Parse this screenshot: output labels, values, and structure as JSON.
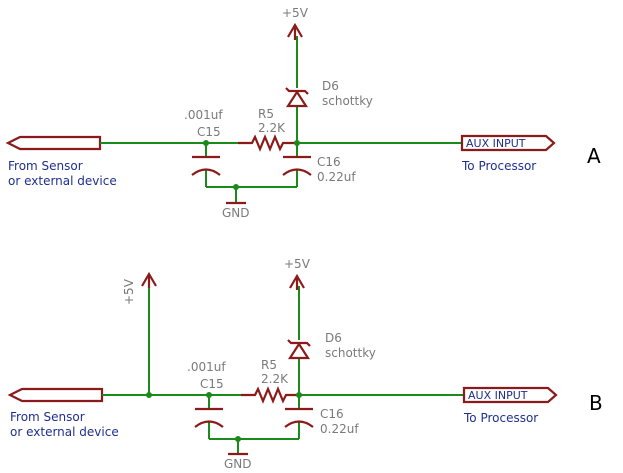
{
  "circuit_a": {
    "label": "A",
    "supply": "+5V",
    "diode_ref": "D6",
    "diode_type": "schottky",
    "resistor_ref": "R5",
    "resistor_value": "2.2K",
    "cap1_value": ".001uf",
    "cap1_ref": "C15",
    "cap2_ref": "C16",
    "cap2_value": "0.22uf",
    "ground": "GND",
    "input_line1": "From Sensor",
    "input_line2": "or external device",
    "output_port": "AUX INPUT",
    "output_label": "To Processor"
  },
  "circuit_b": {
    "label": "B",
    "supply_top": "+5V",
    "supply_left": "+5V",
    "diode_ref": "D6",
    "diode_type": "schottky",
    "resistor_ref": "R5",
    "resistor_value": "2.2K",
    "cap1_value": ".001uf",
    "cap1_ref": "C15",
    "cap2_ref": "C16",
    "cap2_value": "0.22uf",
    "ground": "GND",
    "input_line1": "From Sensor",
    "input_line2": "or external device",
    "output_port": "AUX INPUT",
    "output_label": "To Processor"
  }
}
